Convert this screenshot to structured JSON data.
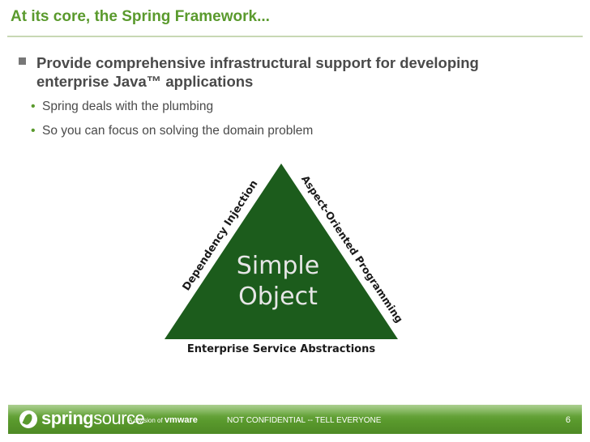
{
  "title": "At its core, the Spring Framework...",
  "bullets": {
    "main": "Provide comprehensive infrastructural support for developing enterprise Java™ applications",
    "sub": [
      "Spring deals with the plumbing",
      "So you can focus on solving the domain problem"
    ]
  },
  "diagram": {
    "center_line1": "Simple",
    "center_line2": "Object",
    "left_side": "Dependency Injection",
    "right_side": "Aspect-Oriented Programming",
    "base": "Enterprise Service Abstractions",
    "colors": {
      "fill": "#1c5c1c",
      "text_dark": "#1a1a1a",
      "text_light": "#e6e6e6"
    }
  },
  "footer": {
    "logo_bold": "spring",
    "logo_light": "source",
    "division_prefix": "A division of",
    "division_brand": "vmware",
    "center_text": "NOT CONFIDENTIAL -- TELL EVERYONE",
    "page_number": "6"
  },
  "colors": {
    "accent": "#5a9a2d",
    "text": "#4a4a4a"
  }
}
